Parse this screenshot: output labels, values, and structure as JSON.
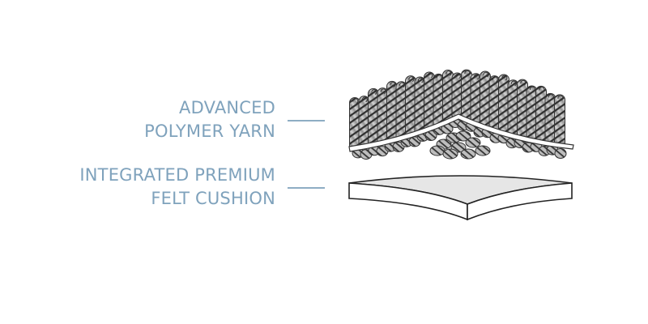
{
  "diagram": {
    "title": "Carpet cross-section layers",
    "accent_color": "#7fa2bc",
    "layers": [
      {
        "id": "yarn",
        "lines": [
          "ADVANCED",
          "POLYMER YARN"
        ]
      },
      {
        "id": "felt",
        "lines": [
          "INTEGRATED PREMIUM",
          "FELT CUSHION"
        ]
      }
    ]
  }
}
